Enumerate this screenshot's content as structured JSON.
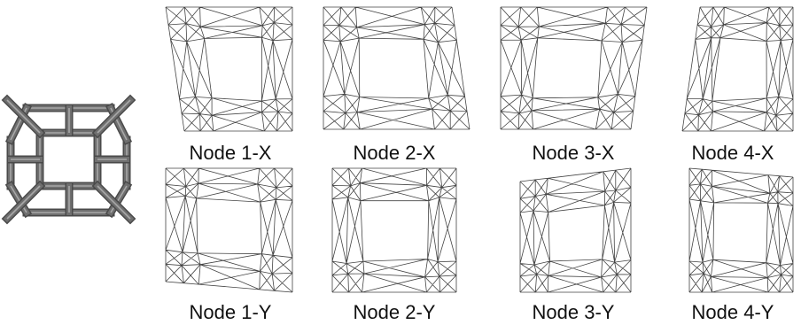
{
  "colors": {
    "line": "#444444",
    "bar": "#6f6f6f",
    "bar_dark": "#4a4a4a",
    "bar_light": "#a8a8a8"
  },
  "panels": [
    {
      "label": "Node 1-X"
    },
    {
      "label": "Node 2-X"
    },
    {
      "label": "Node 3-X"
    },
    {
      "label": "Node 4-X"
    },
    {
      "label": "Node 1-Y"
    },
    {
      "label": "Node 2-Y"
    },
    {
      "label": "Node 3-Y"
    },
    {
      "label": "Node 4-Y"
    }
  ]
}
